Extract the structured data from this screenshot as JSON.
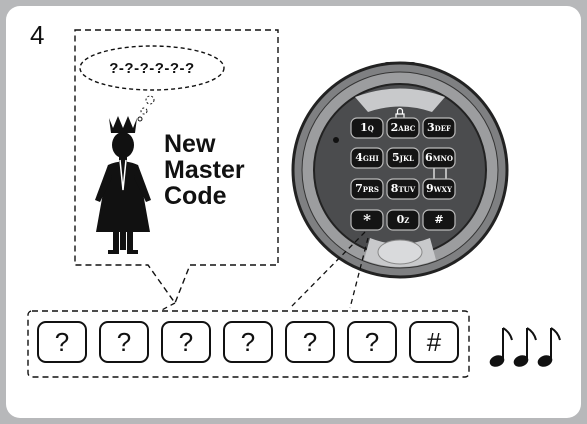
{
  "step": {
    "number": "4"
  },
  "thought": {
    "code": "?-?-?-?-?-?"
  },
  "caption": {
    "line1": "New",
    "line2": "Master",
    "line3": "Code"
  },
  "keypad": {
    "keys": [
      {
        "digit": "1",
        "letters": "Q"
      },
      {
        "digit": "2",
        "letters": "ABC"
      },
      {
        "digit": "3",
        "letters": "DEF"
      },
      {
        "digit": "4",
        "letters": "GHI"
      },
      {
        "digit": "5",
        "letters": "JKL"
      },
      {
        "digit": "6",
        "letters": "MNO"
      },
      {
        "digit": "7",
        "letters": "PRS"
      },
      {
        "digit": "8",
        "letters": "TUV"
      },
      {
        "digit": "9",
        "letters": "WXY"
      },
      {
        "digit": "*",
        "letters": ""
      },
      {
        "digit": "0",
        "letters": "Z"
      },
      {
        "digit": "#",
        "letters": ""
      }
    ]
  },
  "sequence": [
    "?",
    "?",
    "?",
    "?",
    "?",
    "?",
    "#"
  ],
  "colors": {
    "background": "#b7b8ba",
    "lock_ring": "#8a8b8d",
    "keypad_face": "#4a4a4a",
    "key": "#1a1a1a"
  },
  "icons": {
    "beeps": "triple-music-note-icon"
  }
}
